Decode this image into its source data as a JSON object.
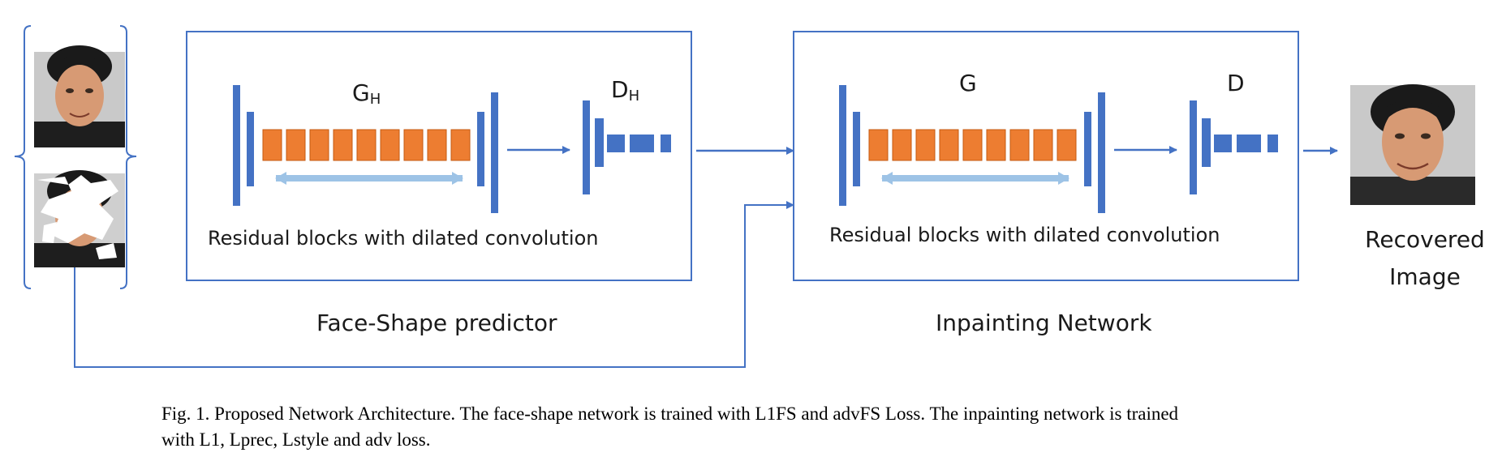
{
  "figure": {
    "generator_h_label": "G",
    "generator_h_sub": "H",
    "discriminator_h_label": "D",
    "discriminator_h_sub": "H",
    "generator_label": "G",
    "discriminator_label": "D",
    "residual_label_left": "Residual blocks with dilated convolution",
    "residual_label_right": "Residual blocks with dilated convolution",
    "face_shape_title": "Face-Shape predictor",
    "inpainting_title": "Inpainting Network",
    "recovered_line1": "Recovered",
    "recovered_line2": "Image"
  },
  "caption": {
    "line1": "Fig.  1. Proposed Network Architecture. The face-shape network is trained with L1FS and advFS Loss. The inpainting network is trained",
    "line2": "with L1, Lprec, Lstyle and adv loss."
  },
  "colors": {
    "box_border": "#4472c4",
    "blue_bar": "#4472c4",
    "orange_block": "#ed7d31",
    "residual_arrow": "#9dc3e6",
    "connector": "#4472c4"
  }
}
